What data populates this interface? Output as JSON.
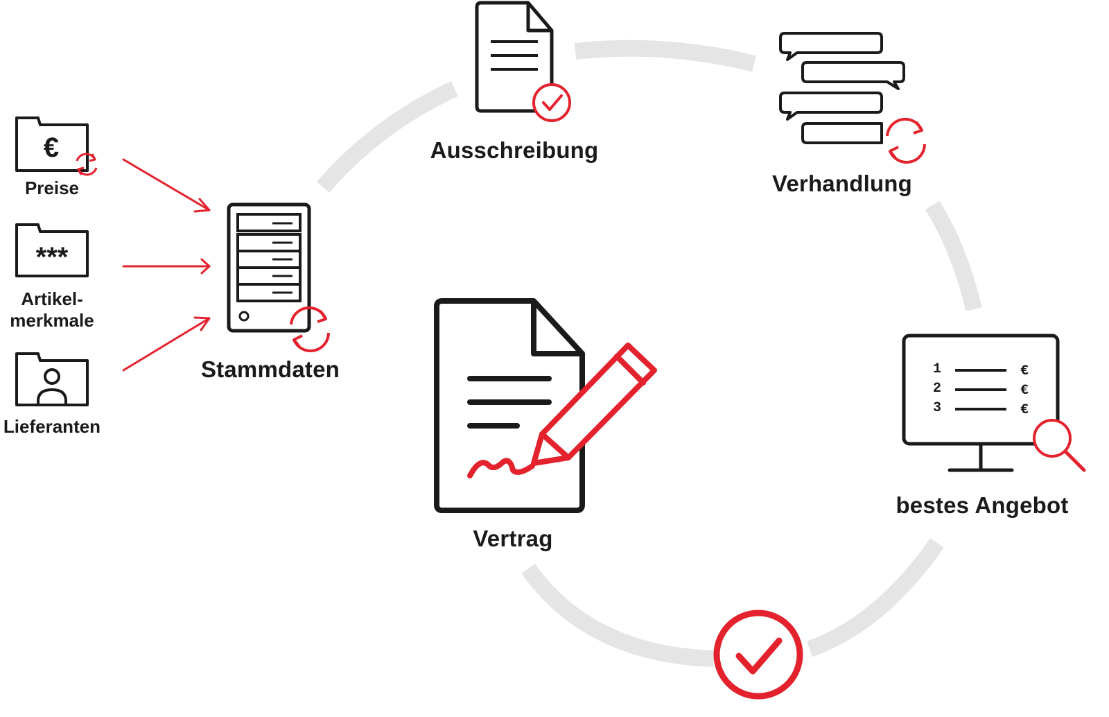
{
  "inputs": [
    {
      "label": "Preise",
      "icon": "price-folder-icon",
      "symbol": "€"
    },
    {
      "label": "Artikel-",
      "label2": "merkmale",
      "icon": "attribute-folder-icon",
      "symbol": "***"
    },
    {
      "label": "Lieferanten",
      "icon": "supplier-folder-icon"
    }
  ],
  "nodes": {
    "stammdaten": "Stammdaten",
    "ausschreibung": "Ausschreibung",
    "verhandlung": "Verhandlung",
    "bestes_angebot": "bestes Angebot",
    "vertrag": "Vertrag"
  },
  "offer_list": {
    "ranks": [
      "1",
      "2",
      "3"
    ],
    "currency": "€"
  },
  "colors": {
    "accent": "#e3222d",
    "ink": "#1a1a1a",
    "ring": "#e5e5e5"
  }
}
